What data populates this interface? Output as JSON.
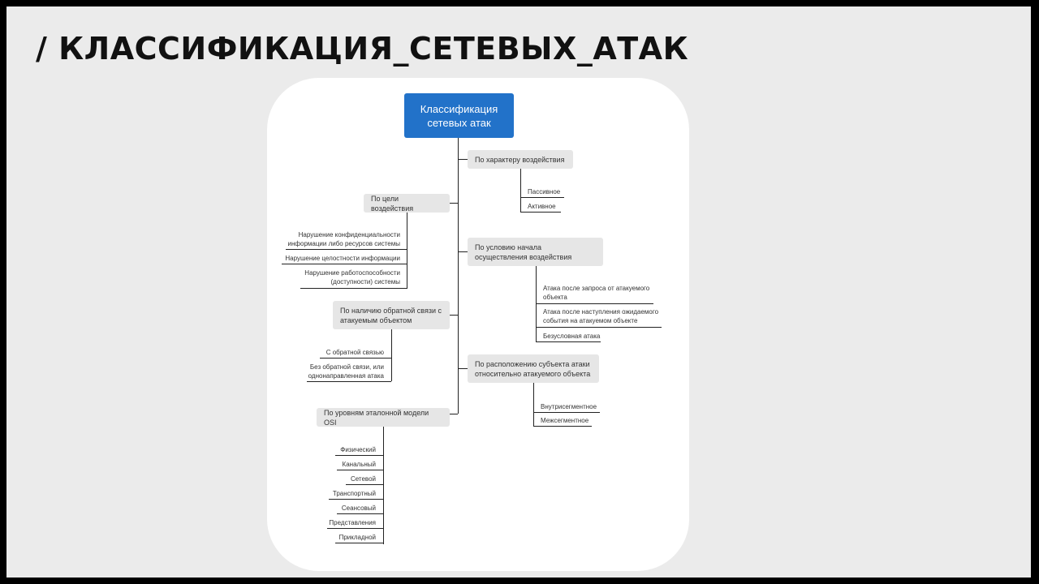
{
  "title": "/ КЛАССИФИКАЦИЯ_СЕТЕВЫХ_АТАК",
  "diagram": {
    "root": "Классификация сетевых атак",
    "categories": [
      {
        "label": "По характеру воздействия",
        "items": [
          "Пассивное",
          "Активное"
        ]
      },
      {
        "label": "По цели воздействия",
        "items": [
          "Нарушение конфиденциальности информации либо ресурсов системы",
          "Нарушение целостности информации",
          "Нарушение работоспособности (доступности) системы"
        ]
      },
      {
        "label": "По условию начала осуществления воздействия",
        "items": [
          "Атака после запроса от атакуемого объекта",
          "Атака после наступления ожидаемого события на атакуемом объекте",
          "Безусловная атака"
        ]
      },
      {
        "label": "По наличию обратной связи с атакуемым объектом",
        "items": [
          "С обратной связью",
          "Без обратной связи, или однонаправленная атака"
        ]
      },
      {
        "label": "По расположению субъекта атаки относительно атакуемого объекта",
        "items": [
          "Внутрисегментное",
          "Межсегментное"
        ]
      },
      {
        "label": "По уровням эталонной модели OSI",
        "items": [
          "Физический",
          "Канальный",
          "Сетевой",
          "Транспортный",
          "Сеансовый",
          "Представления",
          "Прикладной"
        ]
      }
    ]
  }
}
